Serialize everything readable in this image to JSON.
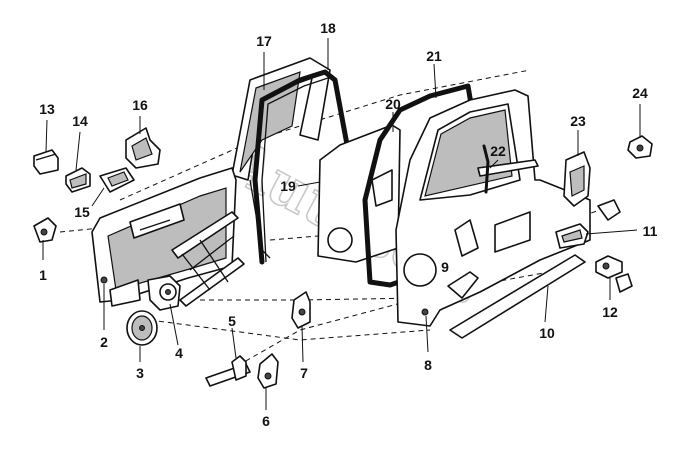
{
  "watermark": "Autosoft",
  "parts": [
    {
      "id": "1",
      "label": "1"
    },
    {
      "id": "2",
      "label": "2"
    },
    {
      "id": "3",
      "label": "3"
    },
    {
      "id": "4",
      "label": "4"
    },
    {
      "id": "5",
      "label": "5"
    },
    {
      "id": "6",
      "label": "6"
    },
    {
      "id": "7",
      "label": "7"
    },
    {
      "id": "8",
      "label": "8"
    },
    {
      "id": "9",
      "label": "9"
    },
    {
      "id": "10",
      "label": "10"
    },
    {
      "id": "11",
      "label": "11"
    },
    {
      "id": "12",
      "label": "12"
    },
    {
      "id": "13",
      "label": "13"
    },
    {
      "id": "14",
      "label": "14"
    },
    {
      "id": "15",
      "label": "15"
    },
    {
      "id": "16",
      "label": "16"
    },
    {
      "id": "17",
      "label": "17"
    },
    {
      "id": "18",
      "label": "18"
    },
    {
      "id": "19",
      "label": "19"
    },
    {
      "id": "20",
      "label": "20"
    },
    {
      "id": "21",
      "label": "21"
    },
    {
      "id": "22",
      "label": "22"
    },
    {
      "id": "23",
      "label": "23"
    },
    {
      "id": "24",
      "label": "24"
    }
  ]
}
